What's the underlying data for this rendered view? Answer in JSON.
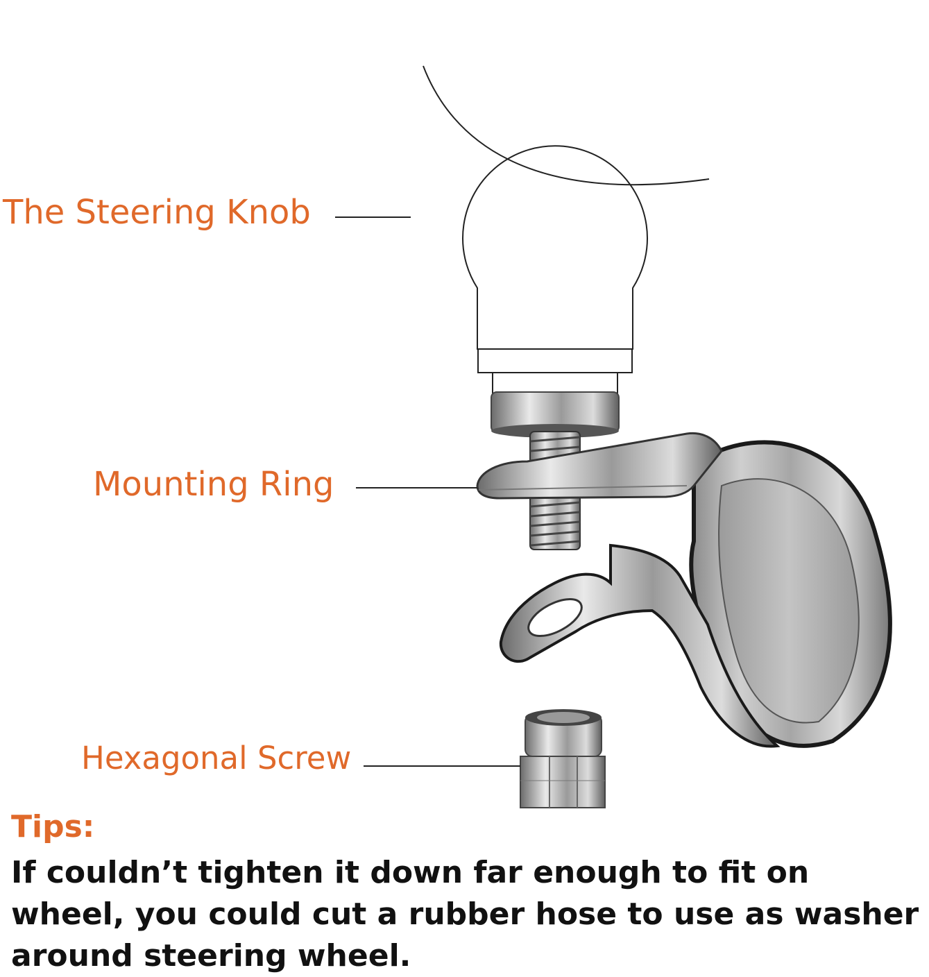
{
  "labels": {
    "knob": "The Steering Knob",
    "ring": "Mounting Ring",
    "screw": "Hexagonal Screw"
  },
  "tips": {
    "heading": "Tips:",
    "body": "If couldn’t tighten it down far enough to fit on wheel, you could cut a rubber hose to use as washer around steering wheel."
  },
  "colors": {
    "label": "#e0692a",
    "body_text": "#111111",
    "line": "#222222",
    "metal": "#a9a9a9"
  }
}
